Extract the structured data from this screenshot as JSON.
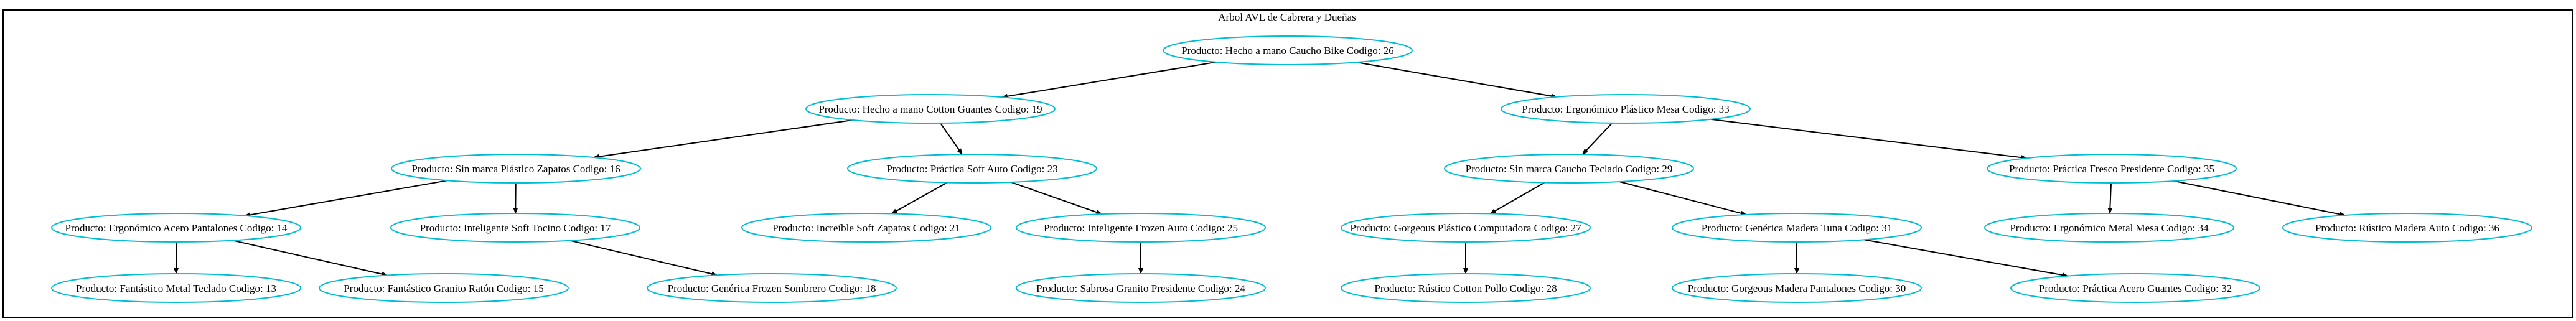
{
  "graph": {
    "title": "Arbol AVL de Cabrera y Dueñas",
    "colors": {
      "background": "#ffffff",
      "frame": "#000000",
      "node_stroke": "#00bcd4",
      "node_fill": "#ffffff",
      "edge": "#000000",
      "text": "#000000"
    },
    "nodes": [
      {
        "id": "n26",
        "label": "Producto: Hecho a mano Caucho Bike Codigo: 26"
      },
      {
        "id": "n19",
        "label": "Producto: Hecho a mano Cotton Guantes Codigo: 19"
      },
      {
        "id": "n33",
        "label": "Producto: Ergonómico Plástico Mesa Codigo: 33"
      },
      {
        "id": "n16",
        "label": "Producto: Sin marca Plástico Zapatos Codigo: 16"
      },
      {
        "id": "n23",
        "label": "Producto: Práctica Soft Auto Codigo: 23"
      },
      {
        "id": "n29",
        "label": "Producto: Sin marca Caucho Teclado Codigo: 29"
      },
      {
        "id": "n35",
        "label": "Producto: Práctica Fresco Presidente Codigo: 35"
      },
      {
        "id": "n14",
        "label": "Producto: Ergonómico Acero Pantalones Codigo: 14"
      },
      {
        "id": "n17",
        "label": "Producto: Inteligente Soft Tocino Codigo: 17"
      },
      {
        "id": "n21",
        "label": "Producto: Increíble Soft Zapatos Codigo: 21"
      },
      {
        "id": "n25",
        "label": "Producto: Inteligente Frozen Auto Codigo: 25"
      },
      {
        "id": "n27",
        "label": "Producto: Gorgeous Plástico Computadora Codigo: 27"
      },
      {
        "id": "n31",
        "label": "Producto: Genérica Madera Tuna Codigo: 31"
      },
      {
        "id": "n34",
        "label": "Producto: Ergonómico Metal Mesa Codigo: 34"
      },
      {
        "id": "n36",
        "label": "Producto: Rústico Madera Auto Codigo: 36"
      },
      {
        "id": "n13",
        "label": "Producto: Fantástico Metal Teclado Codigo: 13"
      },
      {
        "id": "n15",
        "label": "Producto: Fantástico Granito Ratón Codigo: 15"
      },
      {
        "id": "n18",
        "label": "Producto: Genérica Frozen Sombrero Codigo: 18"
      },
      {
        "id": "n24",
        "label": "Producto: Sabrosa Granito Presidente Codigo: 24"
      },
      {
        "id": "n28",
        "label": "Producto: Rústico Cotton Pollo Codigo: 28"
      },
      {
        "id": "n30",
        "label": "Producto: Gorgeous Madera Pantalones Codigo: 30"
      },
      {
        "id": "n32",
        "label": "Producto: Práctica Acero Guantes Codigo: 32"
      }
    ],
    "edges": [
      [
        "n26",
        "n19"
      ],
      [
        "n26",
        "n33"
      ],
      [
        "n19",
        "n16"
      ],
      [
        "n19",
        "n23"
      ],
      [
        "n33",
        "n29"
      ],
      [
        "n33",
        "n35"
      ],
      [
        "n16",
        "n14"
      ],
      [
        "n16",
        "n17"
      ],
      [
        "n23",
        "n21"
      ],
      [
        "n23",
        "n25"
      ],
      [
        "n29",
        "n27"
      ],
      [
        "n29",
        "n31"
      ],
      [
        "n35",
        "n34"
      ],
      [
        "n35",
        "n36"
      ],
      [
        "n14",
        "n13"
      ],
      [
        "n14",
        "n15"
      ],
      [
        "n17",
        "n18"
      ],
      [
        "n25",
        "n24"
      ],
      [
        "n27",
        "n28"
      ],
      [
        "n31",
        "n30"
      ],
      [
        "n31",
        "n32"
      ]
    ]
  }
}
